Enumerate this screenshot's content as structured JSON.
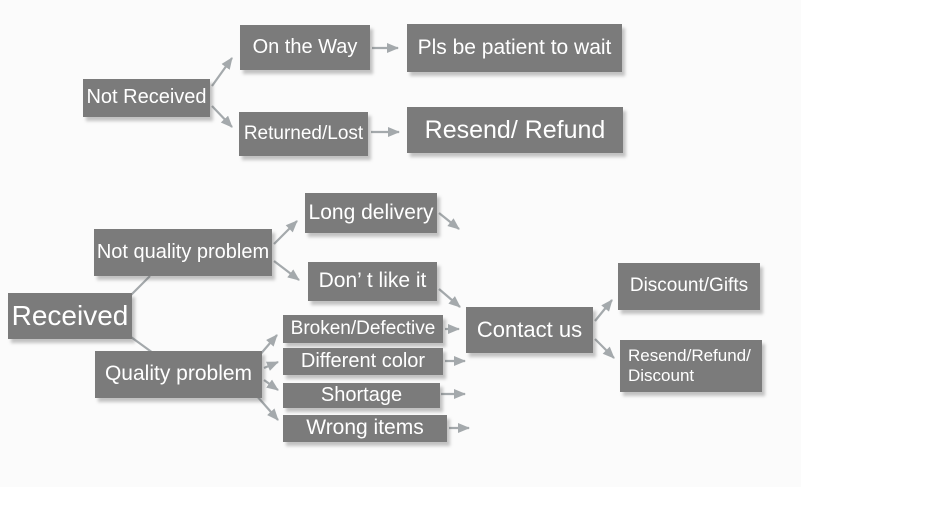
{
  "colors": {
    "node_bg": "#7b7b7b",
    "node_text": "#ffffff",
    "arrow": "#a4a9ac",
    "canvas_bg": "#fbfbfb"
  },
  "nodes": {
    "not_received": {
      "label": "Not Received"
    },
    "on_the_way": {
      "label": "On the Way"
    },
    "pls_wait": {
      "label": "Pls be patient to wait"
    },
    "returned_lost": {
      "label": "Returned/Lost"
    },
    "resend_refund": {
      "label": "Resend/ Refund"
    },
    "received": {
      "label": "Received"
    },
    "not_quality_problem": {
      "label": "Not quality problem"
    },
    "long_delivery": {
      "label": "Long delivery"
    },
    "dont_like_it": {
      "label": "Don’ t like it"
    },
    "quality_problem": {
      "label": "Quality problem"
    },
    "broken_defective": {
      "label": "Broken/Defective"
    },
    "different_color": {
      "label": "Different color"
    },
    "shortage": {
      "label": "Shortage"
    },
    "wrong_items": {
      "label": "Wrong items"
    },
    "contact_us": {
      "label": "Contact us"
    },
    "discount_gifts": {
      "label": "Discount/Gifts"
    },
    "resend_refund_discount": {
      "line1": "Resend/Refund/",
      "line2": "Discount"
    }
  },
  "edges": [
    {
      "from": "Not Received",
      "to": "On the Way"
    },
    {
      "from": "Not Received",
      "to": "Returned/Lost"
    },
    {
      "from": "On the Way",
      "to": "Pls be patient to wait"
    },
    {
      "from": "Returned/Lost",
      "to": "Resend/ Refund"
    },
    {
      "from": "Received",
      "to": "Not quality problem"
    },
    {
      "from": "Received",
      "to": "Quality problem"
    },
    {
      "from": "Not quality problem",
      "to": "Long delivery"
    },
    {
      "from": "Not quality problem",
      "to": "Don’ t like it"
    },
    {
      "from": "Long delivery",
      "to": "Contact us"
    },
    {
      "from": "Don’ t like it",
      "to": "Contact us"
    },
    {
      "from": "Quality problem",
      "to": "Broken/Defective"
    },
    {
      "from": "Quality problem",
      "to": "Different color"
    },
    {
      "from": "Quality problem",
      "to": "Shortage"
    },
    {
      "from": "Quality problem",
      "to": "Wrong items"
    },
    {
      "from": "Broken/Defective",
      "to": "Contact us"
    },
    {
      "from": "Different color",
      "to": "Contact us"
    },
    {
      "from": "Shortage",
      "to": "Contact us"
    },
    {
      "from": "Wrong items",
      "to": "Contact us"
    },
    {
      "from": "Contact us",
      "to": "Discount/Gifts"
    },
    {
      "from": "Contact us",
      "to": "Resend/Refund/ Discount"
    }
  ]
}
